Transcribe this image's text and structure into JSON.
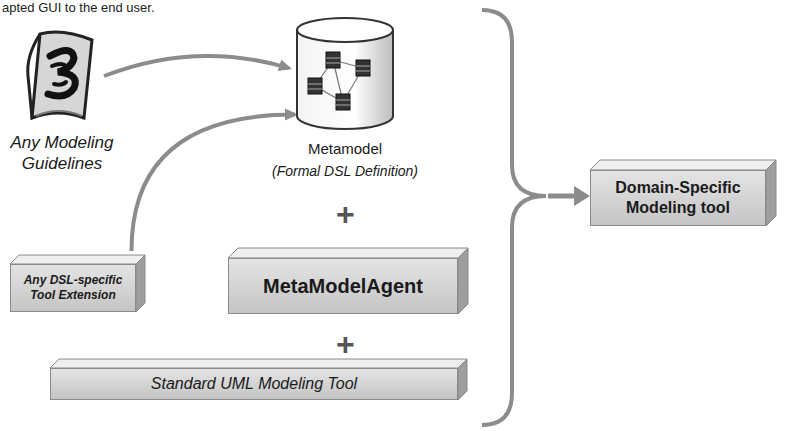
{
  "diagram": {
    "nodes": [
      {
        "text": [
          "Any Modeling Guidelines"
        ]
      },
      {
        "text": [
          "Metamodel",
          "(Formal DSL Definition)"
        ]
      },
      {
        "text": [
          "Any DSL-specific Tool Extension"
        ]
      },
      {
        "text": [
          "MetaModelAgent"
        ]
      },
      {
        "text": [
          "Standard UML Modeling Tool"
        ]
      },
      {
        "text": [
          "Domain-Specific Modeling tool"
        ]
      }
    ],
    "edges": [
      {
        "from": 0,
        "to": 1,
        "arrow": "to"
      },
      {
        "from": 2,
        "to": 1,
        "arrow": "to"
      }
    ],
    "labels": [
      "apted GUI to the end user.",
      "+",
      "+"
    ]
  }
}
